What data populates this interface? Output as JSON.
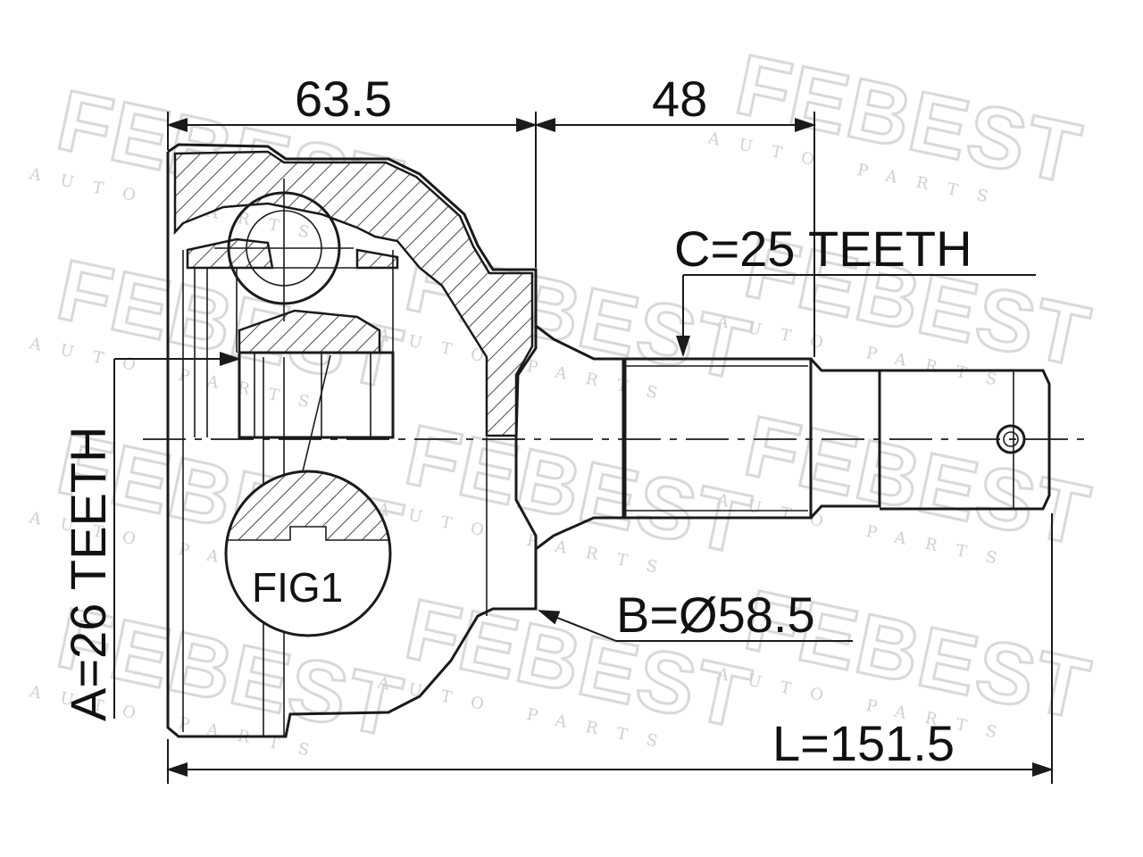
{
  "watermark": {
    "brand": "FEBEST",
    "subtitle": "AUTO PARTS"
  },
  "dimensions": {
    "body_length": "63.5",
    "shaft_length": "48",
    "total_length": "L=151.5",
    "outer_spline": "C=25 TEETH",
    "inner_spline": "A=26 TEETH",
    "abs_diameter": "B=Ø58.5"
  },
  "detail_label": "FIG1"
}
